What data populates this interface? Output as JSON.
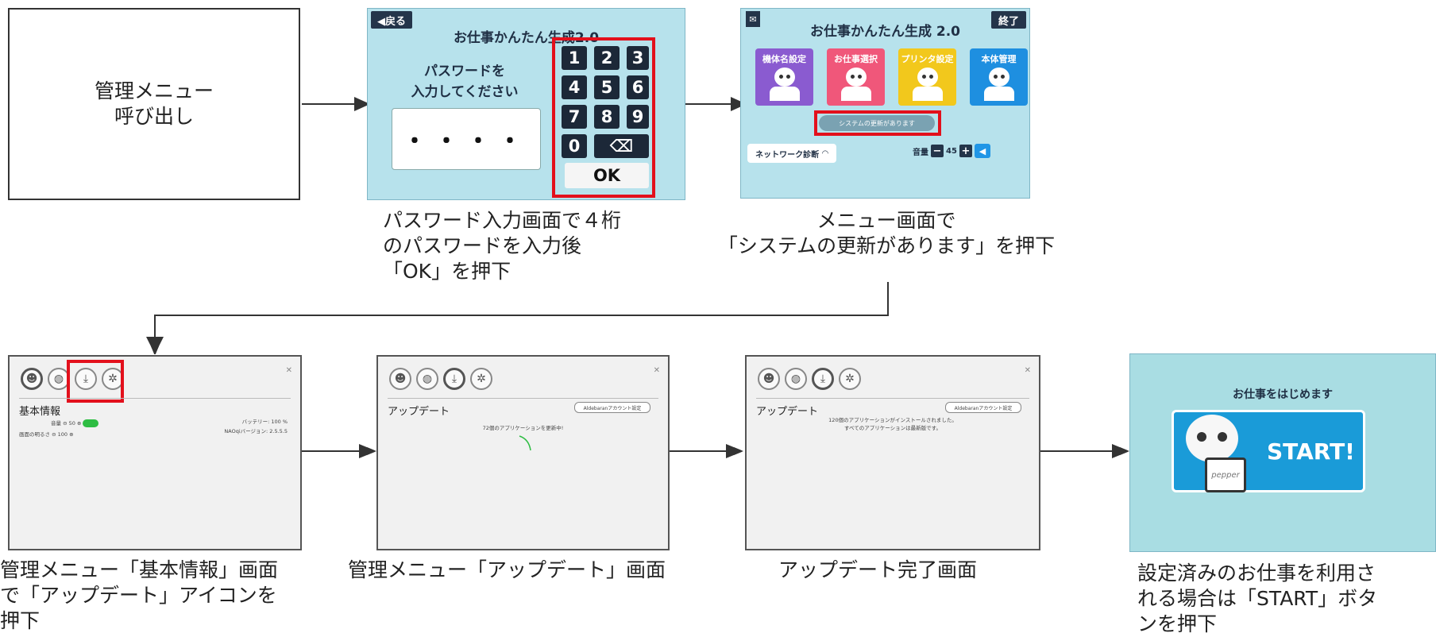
{
  "steps": {
    "menu_call": {
      "line1": "管理メニュー",
      "line2": "呼び出し"
    },
    "password": {
      "back": "◀戻る",
      "title": "お仕事かんたん生成2.0",
      "prompt1": "パスワードを",
      "prompt2": "入力してください",
      "masked": "・・・・",
      "keys": [
        "1",
        "2",
        "3",
        "4",
        "5",
        "6",
        "7",
        "8",
        "9",
        "0",
        "⌫"
      ],
      "ok": "OK",
      "caption1": "パスワード入力画面で４桁",
      "caption2": "のパスワードを入力後",
      "caption3": "「OK」を押下"
    },
    "menu": {
      "title": "お仕事かんたん生成 2.0",
      "end": "終了",
      "tiles": [
        "機体名設定",
        "お仕事選択",
        "プリンタ設定",
        "本体管理"
      ],
      "tile_colors": [
        "#8a5bd0",
        "#f0577a",
        "#f2c81c",
        "#1e8fe0"
      ],
      "update": "システムの更新があります",
      "network": "ネットワーク診断",
      "volume_label": "音量",
      "volume": "45",
      "caption1": "メニュー画面で",
      "caption2": "「システムの更新があります」を押下"
    },
    "basic": {
      "section": "基本情報",
      "vol_label": "音量",
      "vol": "50",
      "bright_label": "画面の明るさ",
      "bright": "100",
      "battery": "バッテリー: 100 %",
      "naoqi": "NAOqiバージョン: 2.5.5.5",
      "caption1": "管理メニュー「基本情報」画面",
      "caption2": "で「アップデート」アイコンを",
      "caption3": "押下"
    },
    "updating": {
      "section": "アップデート",
      "account": "Aldebaranアカウント設定",
      "status": "72個のアプリケーションを更新中!",
      "caption": "管理メニュー「アップデート」画面"
    },
    "updated": {
      "section": "アップデート",
      "account": "Aldebaranアカウント設定",
      "status1": "120個のアプリケーションがインストールされました。",
      "status2": "すべてのアプリケーションは最新版です。",
      "caption": "アップデート完了画面"
    },
    "start": {
      "message": "お仕事をはじめます",
      "button": "START!",
      "tablet": "pepper",
      "caption1": "設定済みのお仕事を利用さ",
      "caption2": "れる場合は「START」ボタ",
      "caption3": "ンを押下"
    }
  }
}
